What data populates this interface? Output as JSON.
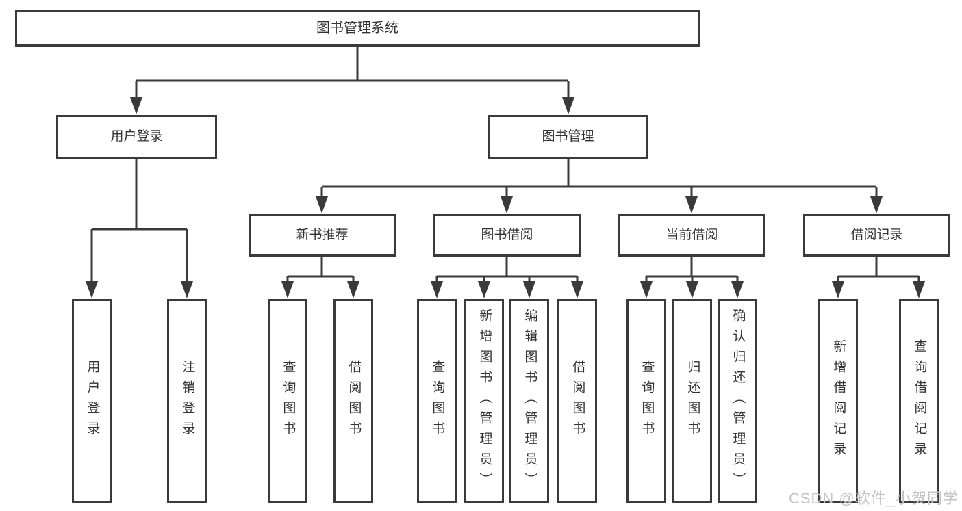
{
  "colors": {
    "line": "#3a3a3a",
    "text": "#333333",
    "background": "#ffffff",
    "watermark": "#c6c2c2"
  },
  "nodes": {
    "root": {
      "label": "图书管理系统"
    },
    "user_login": {
      "label": "用户登录"
    },
    "book_mgmt": {
      "label": "图书管理"
    },
    "new_book_rec": {
      "label": "新书推荐"
    },
    "book_borrow": {
      "label": "图书借阅"
    },
    "current_borrow": {
      "label": "当前借阅"
    },
    "borrow_records": {
      "label": "借阅记录"
    },
    "ul_user_login": {
      "label": "用户登录"
    },
    "ul_logout": {
      "label": "注销登录"
    },
    "nb_query_book": {
      "label": "查询图书"
    },
    "nb_borrow_book": {
      "label": "借阅图书"
    },
    "bb_query_book": {
      "label": "查询图书"
    },
    "bb_add_book": {
      "label": "新增图书（管理员）"
    },
    "bb_edit_book": {
      "label": "编辑图书（管理员）"
    },
    "bb_borrow_book": {
      "label": "借阅图书"
    },
    "cb_query_book": {
      "label": "查询图书"
    },
    "cb_return_book": {
      "label": "归还图书"
    },
    "cb_confirm_return": {
      "label": "确认归还（管理员）"
    },
    "br_add_record": {
      "label": "新增借阅记录"
    },
    "br_query_record": {
      "label": "查询借阅记录"
    }
  },
  "watermark": {
    "text": "CSDN @软件_小贺同学"
  }
}
